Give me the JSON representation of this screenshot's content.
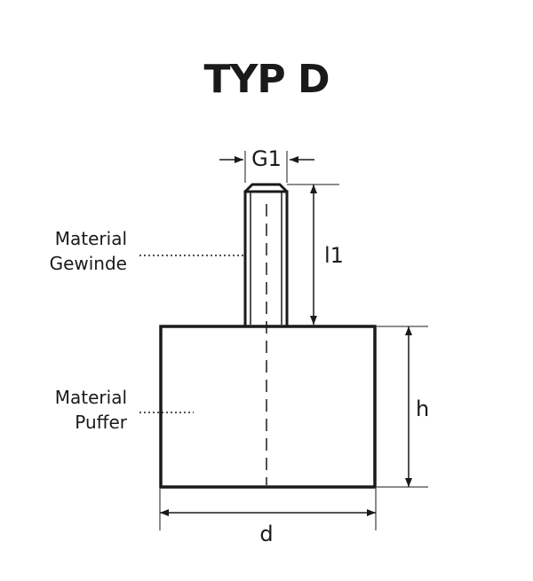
{
  "title": "TYP D",
  "dimensions": {
    "thread_width": "G1",
    "thread_length": "l1",
    "height": "h",
    "diameter": "d"
  },
  "callouts": {
    "thread_material_line1": "Material",
    "thread_material_line2": "Gewinde",
    "buffer_material_line1": "Material",
    "buffer_material_line2": "Puffer"
  },
  "colors": {
    "stroke": "#1a1a1a",
    "background": "#ffffff"
  }
}
